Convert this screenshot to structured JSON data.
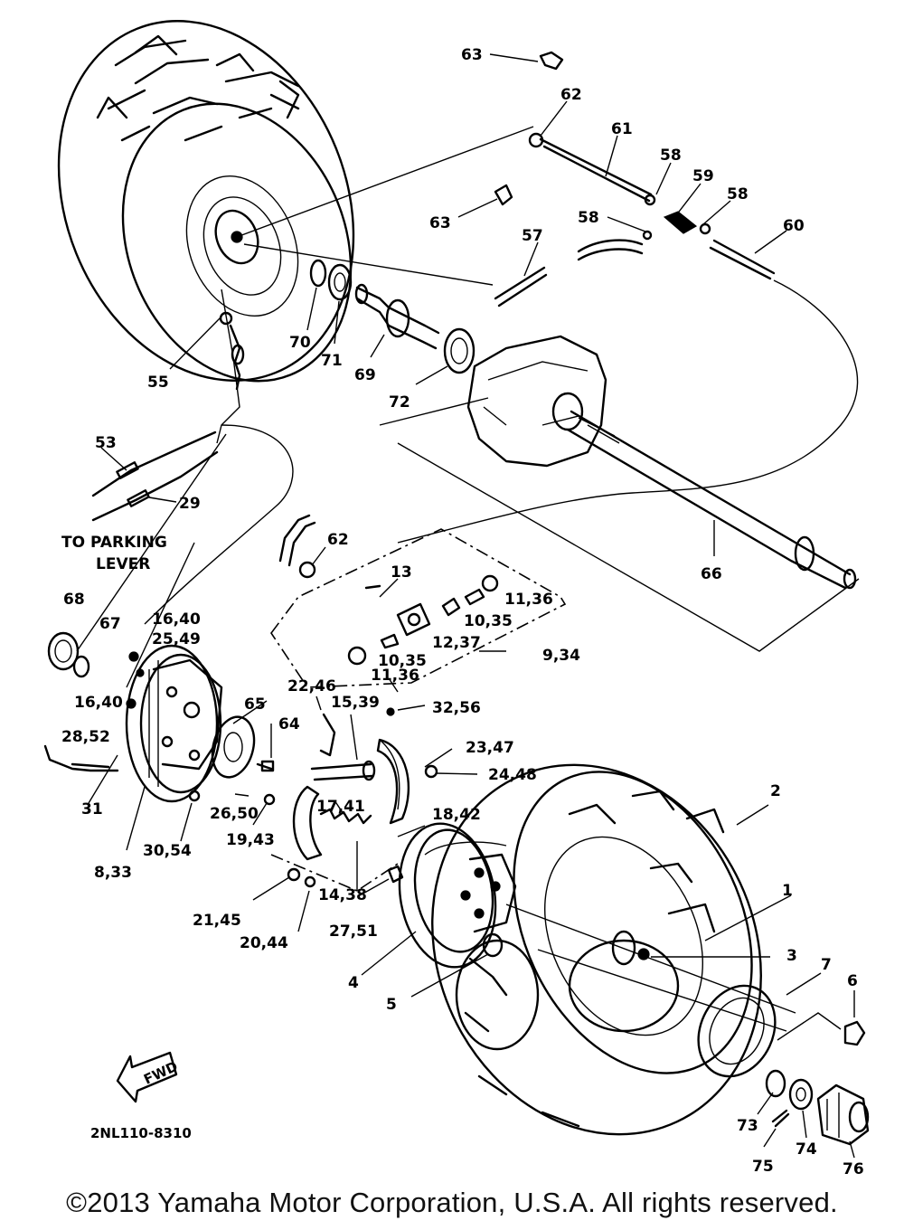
{
  "diagram": {
    "part_labels": [
      "63",
      "62",
      "61",
      "58",
      "59",
      "58",
      "63",
      "58",
      "57",
      "60",
      "70",
      "71",
      "69",
      "72",
      "55",
      "53",
      "29",
      "66",
      "62",
      "13",
      "11,36",
      "10,35",
      "12,37",
      "9,34",
      "10,35",
      "11,36",
      "68",
      "67",
      "16,40",
      "25,49",
      "22,46",
      "15,39",
      "32,56",
      "16,40",
      "28,52",
      "65",
      "64",
      "23,47",
      "24,48",
      "31",
      "17,41",
      "26,50",
      "18,42",
      "19,43",
      "30,54",
      "8,33",
      "2",
      "14,38",
      "21,45",
      "1",
      "3",
      "20,44",
      "27,51",
      "4",
      "7",
      "6",
      "5",
      "73",
      "74",
      "75",
      "76"
    ],
    "parking_lever_line1": "TO PARKING",
    "parking_lever_line2": "LEVER",
    "fwd_label": "FWD",
    "drawing_code": "2NL110-8310"
  },
  "footer": {
    "copyright": "©2013 Yamaha Motor Corporation, U.S.A. All rights reserved."
  }
}
